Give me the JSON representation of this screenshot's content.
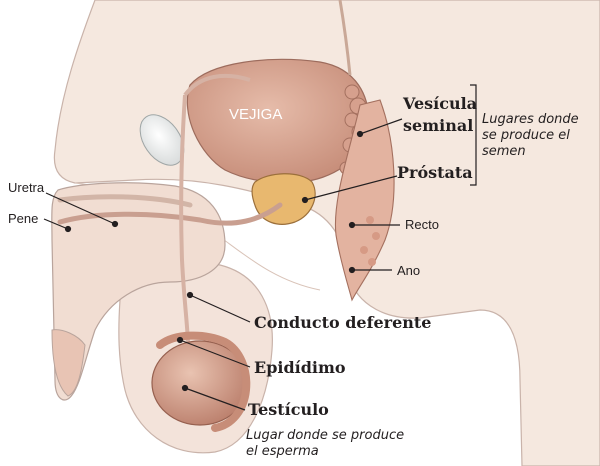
{
  "labels": {
    "bladder": "VEJIGA",
    "urethra": "Uretra",
    "penis": "Pene",
    "seminal_vesicle_line1": "Vesícula",
    "seminal_vesicle_line2": "seminal",
    "prostate": "Próstata",
    "rectum": "Recto",
    "anus": "Ano",
    "vas_deferens": "Conducto deferente",
    "epididymis": "Epidídimo",
    "testicle": "Testículo"
  },
  "notes": {
    "semen_line1": "Lugares donde",
    "semen_line2": "se produce el",
    "semen_line3": "semen",
    "sperm_line1": "Lugar donde se produce",
    "sperm_line2": "el esperma"
  },
  "colors": {
    "skin": "#f4e6dd",
    "skin_outline": "#b9a49c",
    "organ": "#d7a792",
    "organ_dark": "#b98270",
    "prostate": "#e9b877",
    "leader_line": "#231f20",
    "bladder_label": "#ffffff"
  }
}
